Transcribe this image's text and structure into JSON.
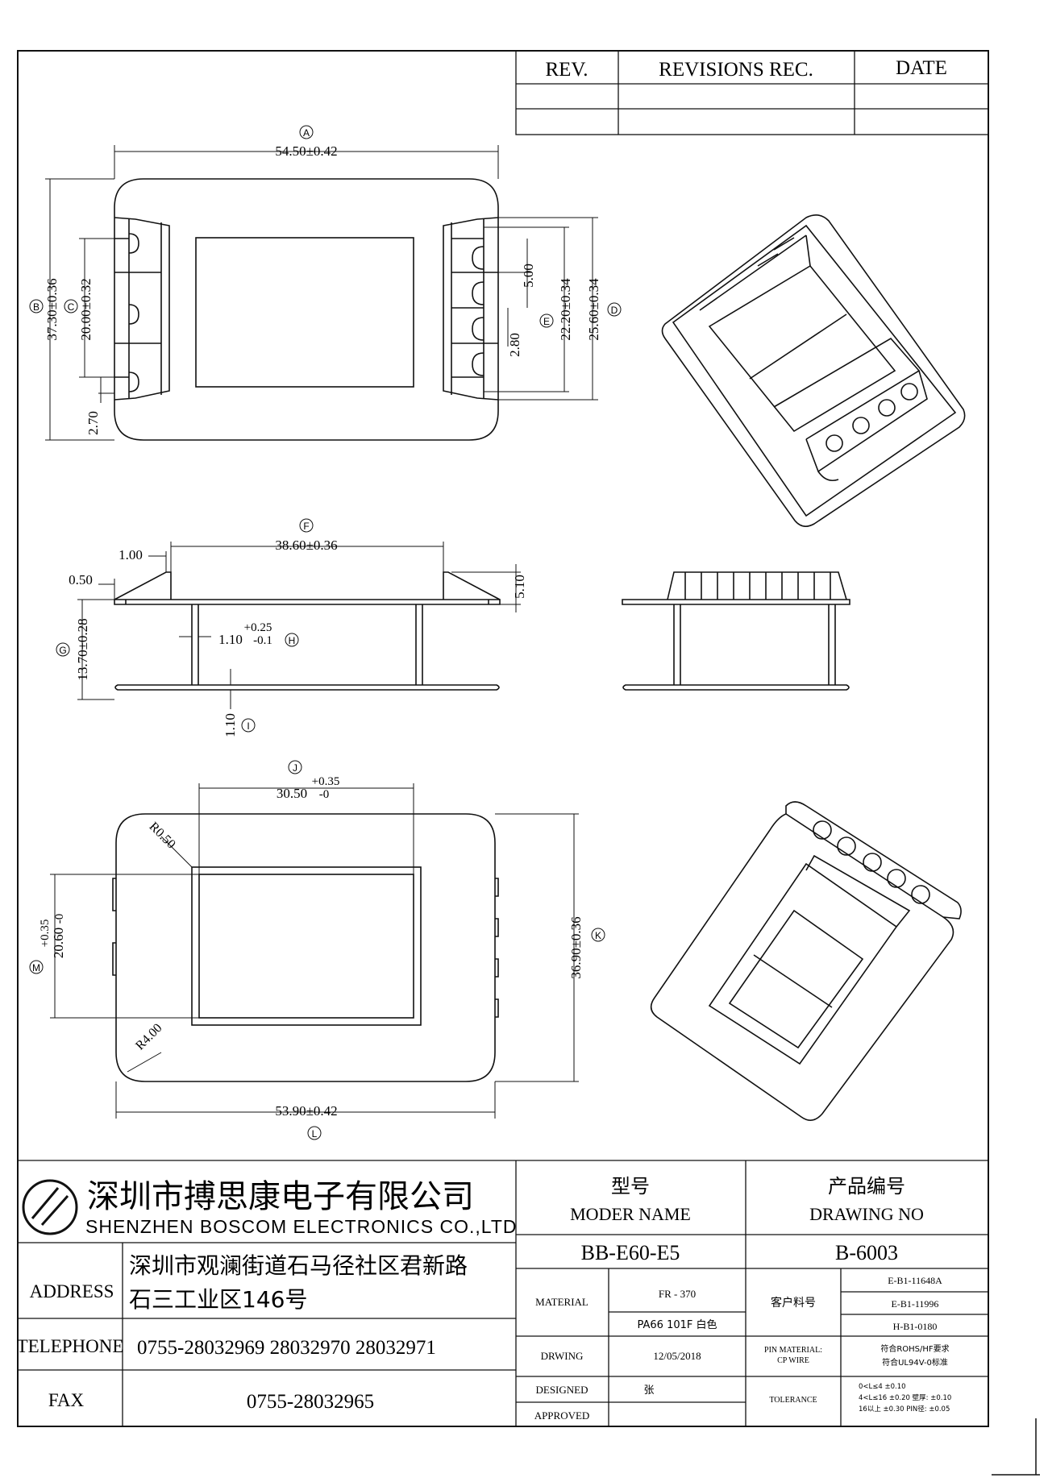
{
  "revision_table": {
    "headers": {
      "rev": "REV.",
      "revisions": "REVISIONS REC.",
      "date": "DATE"
    }
  },
  "dimensions": {
    "A": {
      "marker": "A",
      "value": "54.50±0.42"
    },
    "B": {
      "marker": "B",
      "value": "37.30±0.36"
    },
    "C": {
      "marker": "C",
      "value": "20.00±0.32"
    },
    "D": {
      "marker": "D",
      "value": "25.60±0.34"
    },
    "E": {
      "marker": "E",
      "value": "22.20±0.34"
    },
    "pitch": "5.00",
    "pin_gap": "2.80",
    "pin_offset": "2.70",
    "F": {
      "marker": "F",
      "value": "38.60±0.36"
    },
    "step": "1.00",
    "flange_edge": "0.50",
    "flange_height": "5.10",
    "G": {
      "marker": "G",
      "value": "13.70±0.28"
    },
    "H": {
      "marker": "H",
      "value": "1.10",
      "tol_plus": "+0.25",
      "tol_minus": "-0.1"
    },
    "I": {
      "marker": "I",
      "value": "1.10"
    },
    "J": {
      "marker": "J",
      "value": "30.50",
      "tol_plus": "+0.35",
      "tol_minus": "-0"
    },
    "K": {
      "marker": "K",
      "value": "36.90±0.36"
    },
    "L": {
      "marker": "L",
      "value": "53.90±0.42"
    },
    "M": {
      "marker": "M",
      "value": "20.60",
      "tol_plus": "+0.35",
      "tol_minus": "-0"
    },
    "radius_small": "R0.50",
    "radius_large": "R4.00"
  },
  "title_block": {
    "company_cn": "深圳市搏思康电子有限公司",
    "company_en": "SHENZHEN BOSCOM ELECTRONICS CO.,LTD",
    "address_label": "ADDRESS",
    "address_line1": "深圳市观澜街道石马径社区君新路",
    "address_line2": "石三工业区146号",
    "telephone_label": "TELEPHONE",
    "telephone": "0755-28032969 28032970 28032971",
    "fax_label": "FAX",
    "fax": "0755-28032965",
    "model_cn": "型号",
    "model_en": "MODER NAME",
    "model_value": "BB-E60-E5",
    "drawing_cn": "产品编号",
    "drawing_en": "DRAWING NO",
    "drawing_value": "B-6003",
    "material_label": "MATERIAL",
    "material_1": "FR - 370",
    "material_2": "PA66 101F 白色",
    "customer_code_label": "客户料号",
    "customer_code_1": "E-B1-11648A",
    "customer_code_2": "E-B1-11996",
    "customer_code_3": "H-B1-0180",
    "drwing_label": "DRWING",
    "drwing_date": "12/05/2018",
    "pin_material_label_1": "PIN MATERIAL:",
    "pin_material_label_2": "CP WIRE",
    "pin_material_1": "符合ROHS/HF要求",
    "pin_material_2": "符合UL94V-0标准",
    "designed_label": "DESIGNED",
    "designed_by": "张",
    "approved_label": "APPROVED",
    "tolerance_label": "TOLERANCE",
    "tolerance_1": "0<L≤4  ±0.10",
    "tolerance_2": "4<L≤16  ±0.20  壁厚: ±0.10",
    "tolerance_3": "16以上  ±0.30  PIN径: ±0.05"
  }
}
